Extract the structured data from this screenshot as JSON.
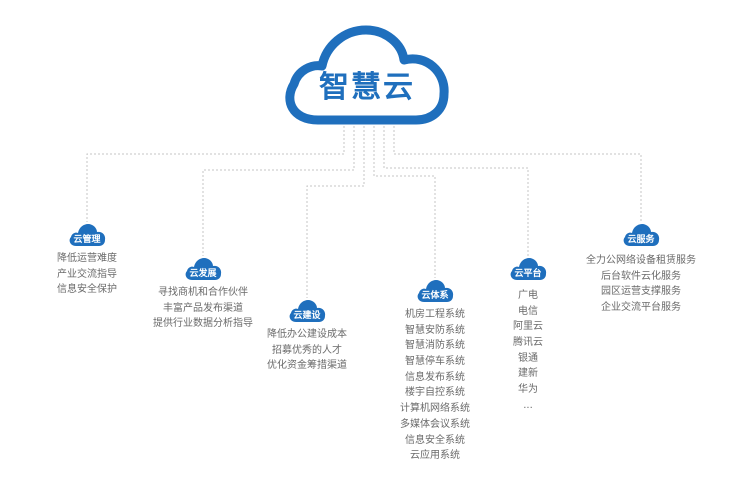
{
  "title": "智慧云",
  "colors": {
    "primary": "#1f6fbd",
    "text": "#6a6a6a",
    "line": "#c6c6c6"
  },
  "branches": [
    {
      "id": "cloud-management",
      "icon": "cloud-icon",
      "label": "云管理",
      "items": [
        "降低运营难度",
        "产业交流指导",
        "信息安全保护"
      ]
    },
    {
      "id": "cloud-development",
      "icon": "cloud-icon",
      "label": "云发展",
      "items": [
        "寻找商机和合作伙伴",
        "丰富产品发布渠道",
        "提供行业数据分析指导"
      ]
    },
    {
      "id": "cloud-construction",
      "icon": "cloud-icon",
      "label": "云建设",
      "items": [
        "降低办公建设成本",
        "招募优秀的人才",
        "优化资金筹措渠道"
      ]
    },
    {
      "id": "cloud-system",
      "icon": "cloud-icon",
      "label": "云体系",
      "items": [
        "机房工程系统",
        "智慧安防系统",
        "智慧消防系统",
        "智慧停车系统",
        "信息发布系统",
        "楼宇自控系统",
        "计算机网络系统",
        "多媒体会议系统",
        "信息安全系统",
        "云应用系统"
      ]
    },
    {
      "id": "cloud-platform",
      "icon": "cloud-icon",
      "label": "云平台",
      "items": [
        "广电",
        "电信",
        "阿里云",
        "腾讯云",
        "银通",
        "建新",
        "华为",
        "..."
      ]
    },
    {
      "id": "cloud-service",
      "icon": "cloud-icon",
      "label": "云服务",
      "items": [
        "全力公网络设备租赁服务",
        "后台软件云化服务",
        "园区运营支撑服务",
        "企业交流平台服务"
      ]
    }
  ]
}
